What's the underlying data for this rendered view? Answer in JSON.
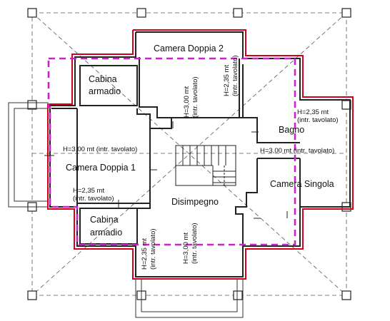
{
  "rooms": {
    "camera_doppia_2": "Camera Doppia 2",
    "cabina_armadio_top_1": "Cabina",
    "cabina_armadio_top_2": "armadio",
    "bagno": "Bagno",
    "camera_doppia_1": "Camera Doppia 1",
    "disimpegno": "Disimpegno",
    "camera_singola": "Camera Singola",
    "cabina_armadio_bottom_1": "Cabina",
    "cabina_armadio_bottom_2": "armadio"
  },
  "heights": {
    "h300": "H=3,00 mt",
    "h235": "H=2,35 mt",
    "intr": "(intr. tavolato)",
    "h300_full": "H=3,00 mt (intr. tavolato)"
  },
  "colors": {
    "wall": "#222222",
    "perimeter": "#d0021b",
    "dashed_magenta": "#cc22cc",
    "dash_gray": "#555555"
  }
}
